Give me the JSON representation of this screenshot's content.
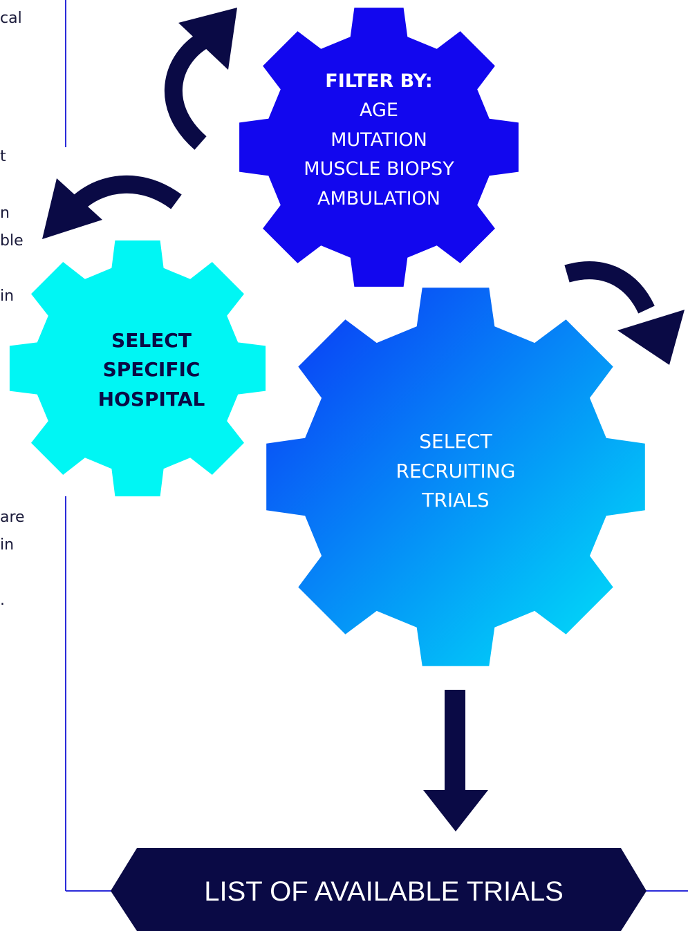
{
  "colors": {
    "navy": "#0a0a45",
    "gear_filter": "#1207ee",
    "gear_hospital": "#00f6f4",
    "gear_recruit_from": "#0b32f6",
    "gear_recruit_to": "#00e8f8",
    "line_blue": "#2b2bd9",
    "text_dark": "#0a0a45",
    "text_light": "#ffffff"
  },
  "left_text_fragments": [
    "cal",
    "t",
    "n",
    "ble",
    "in",
    "are",
    "in",
    "."
  ],
  "gears": {
    "filter": {
      "heading": "FILTER BY:",
      "lines": [
        "AGE",
        "MUTATION",
        "MUSCLE BIOPSY",
        "AMBULATION"
      ]
    },
    "hospital": {
      "lines": [
        "SELECT",
        "SPECIFIC",
        "HOSPITAL"
      ]
    },
    "recruiting": {
      "lines": [
        "SELECT",
        "RECRUITING",
        "TRIALS"
      ]
    }
  },
  "result_banner": {
    "label": "LIST OF AVAILABLE TRIALS"
  },
  "icons": [
    "curved-arrow-up-right-icon",
    "curved-arrow-left-icon",
    "curved-arrow-down-right-icon",
    "down-arrow-icon"
  ]
}
